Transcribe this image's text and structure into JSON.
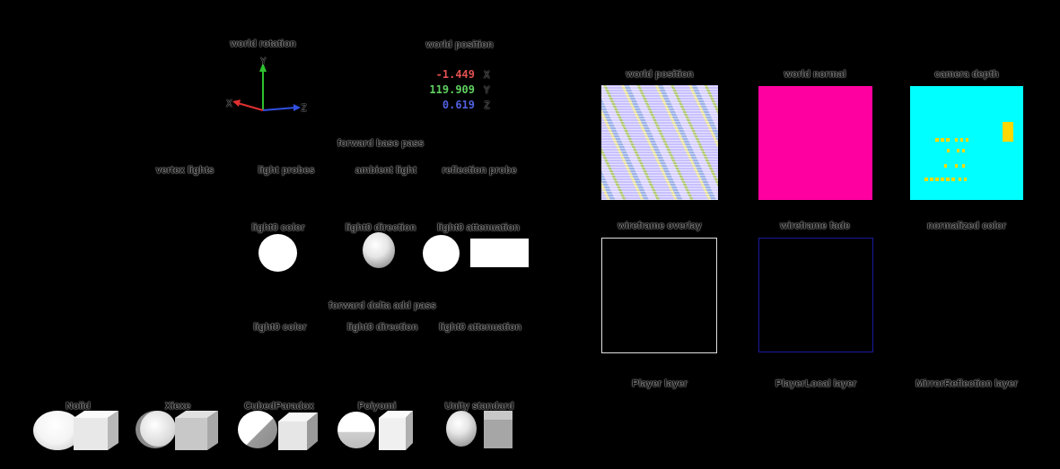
{
  "world_rotation": {
    "title": "world rotation",
    "axis_y": "Y",
    "axis_x": "X",
    "axis_z": "Z"
  },
  "world_position": {
    "title": "world position",
    "x_value": "-1.449",
    "x_label": "X",
    "y_value": "119.909",
    "y_label": "Y",
    "z_value": "0.619",
    "z_label": "Z",
    "colors": {
      "x": "#e05050",
      "y": "#60d060",
      "z": "#5060e0"
    }
  },
  "forward_base": {
    "title": "forward base pass",
    "items": [
      "vertex lights",
      "light probes",
      "ambient light",
      "reflection probe"
    ],
    "light0_color": "light0 color",
    "light0_direction": "light0 direction",
    "light0_attenuation": "light0 attenuation"
  },
  "forward_delta": {
    "title": "forward delta add pass",
    "light0_color": "light0 color",
    "light0_direction": "light0 direction",
    "light0_attenuation": "light0 attenuation"
  },
  "shaders": [
    "Noiid",
    "Xiexe",
    "CubedParadox",
    "Poiyomi",
    "Unity standard"
  ],
  "panels": {
    "world_position": "world position",
    "world_normal": "world normal",
    "camera_depth": "camera depth",
    "wireframe_overlay": "wireframe overlay",
    "wireframe_fade": "wireframe fade",
    "normalized_color": "normalized color"
  },
  "layers": [
    "Player layer",
    "PlayerLocal layer",
    "MirrorReflection layer"
  ],
  "colors": {
    "normal_magenta": "#ff00a0",
    "depth_cyan": "#00ffff",
    "depth_yellow": "#ffd800",
    "fade_blue": "#1a1aa0"
  }
}
